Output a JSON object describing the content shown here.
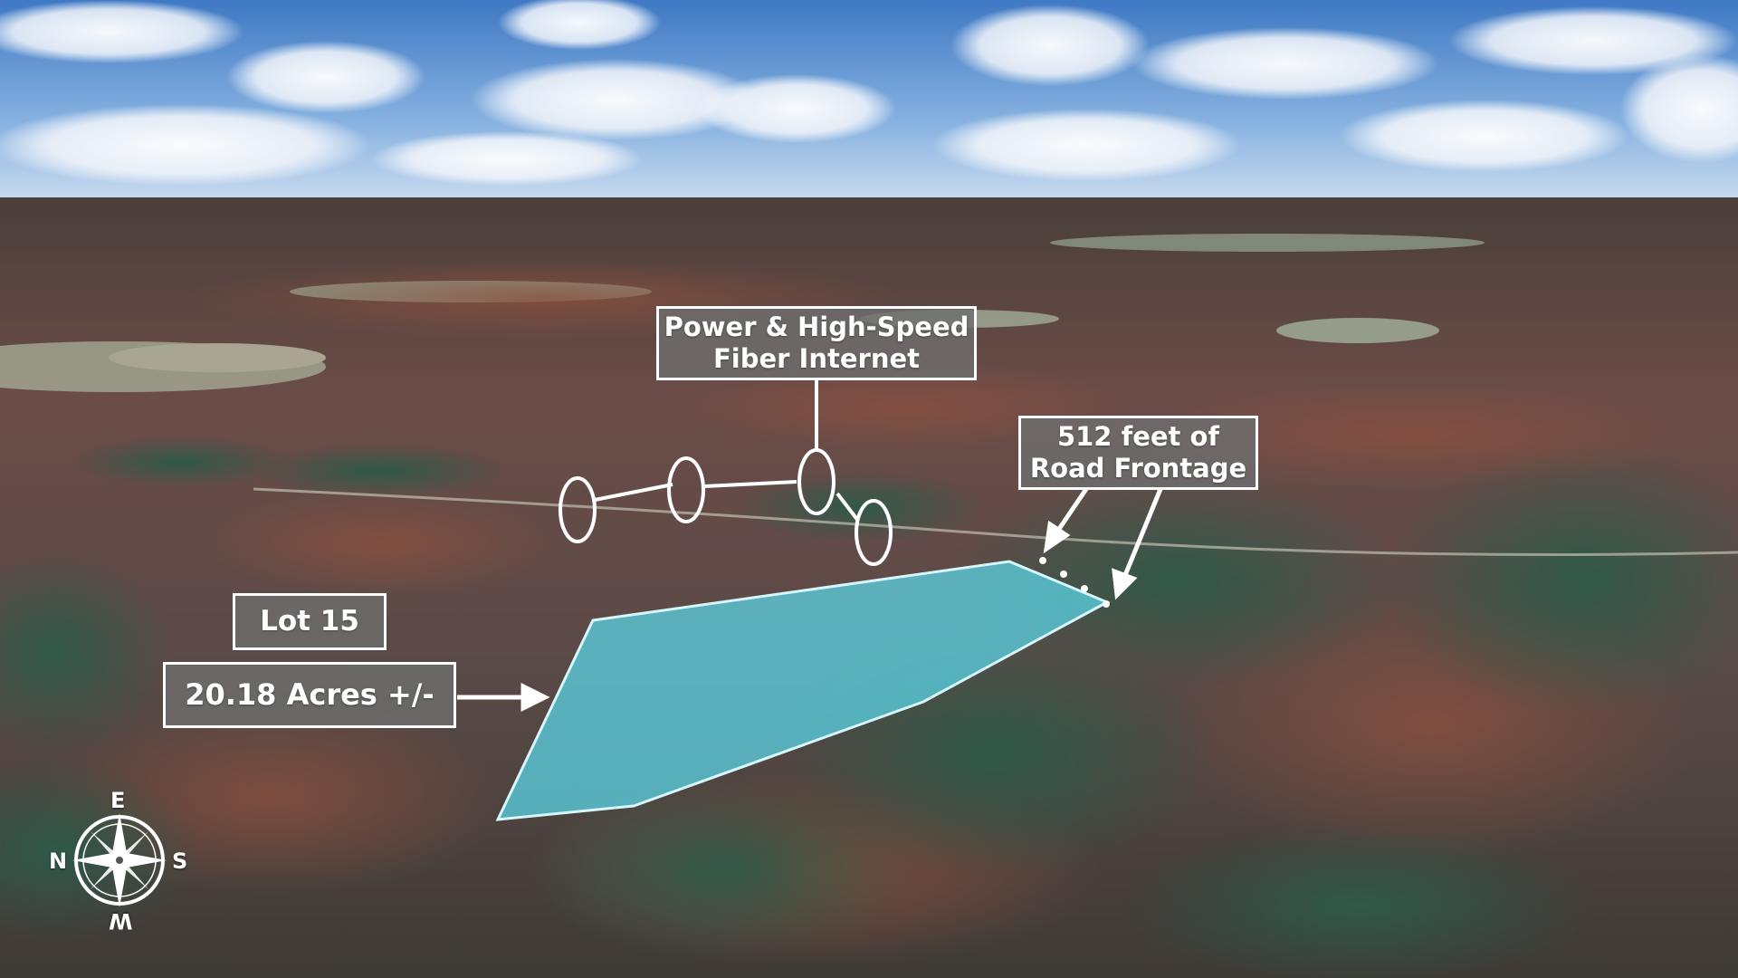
{
  "labels": {
    "utility": {
      "line1": "Power & High-Speed",
      "line2": "Fiber Internet"
    },
    "frontage": {
      "line1": "512 feet of",
      "line2": "Road Frontage"
    },
    "lot": "Lot 15",
    "acres": "20.18 Acres +/-"
  },
  "compass": {
    "top": "E",
    "left": "N",
    "right": "S",
    "bottom": "W"
  },
  "colors": {
    "parcel_fill": "#5ad8ea",
    "parcel_stroke": "#d6f7fb",
    "label_border": "#ffffff",
    "label_bg": "#6e6e6e"
  }
}
